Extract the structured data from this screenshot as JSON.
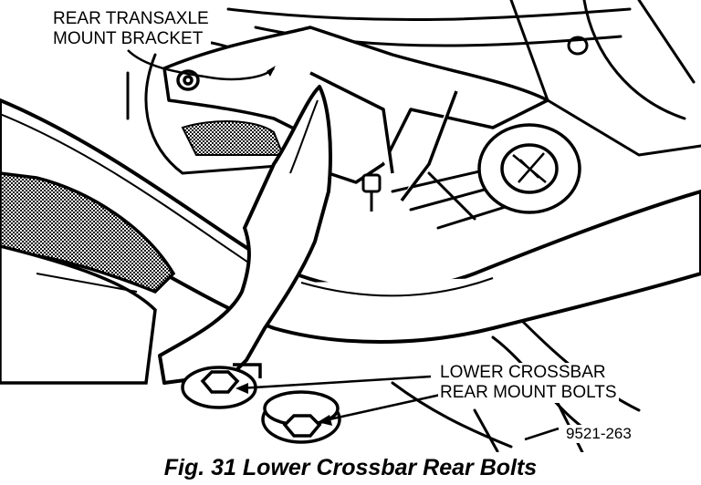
{
  "labels": {
    "bracket_line1": "REAR TRANSAXLE",
    "bracket_line2": "MOUNT BRACKET",
    "bolts_line1": "LOWER CROSSBAR",
    "bolts_line2": "REAR MOUNT BOLTS",
    "reference": "9521-263"
  },
  "caption": "Fig. 31 Lower Crossbar Rear Bolts",
  "colors": {
    "ink": "#000000",
    "paper": "#ffffff",
    "shade": "#6e6e6e"
  }
}
